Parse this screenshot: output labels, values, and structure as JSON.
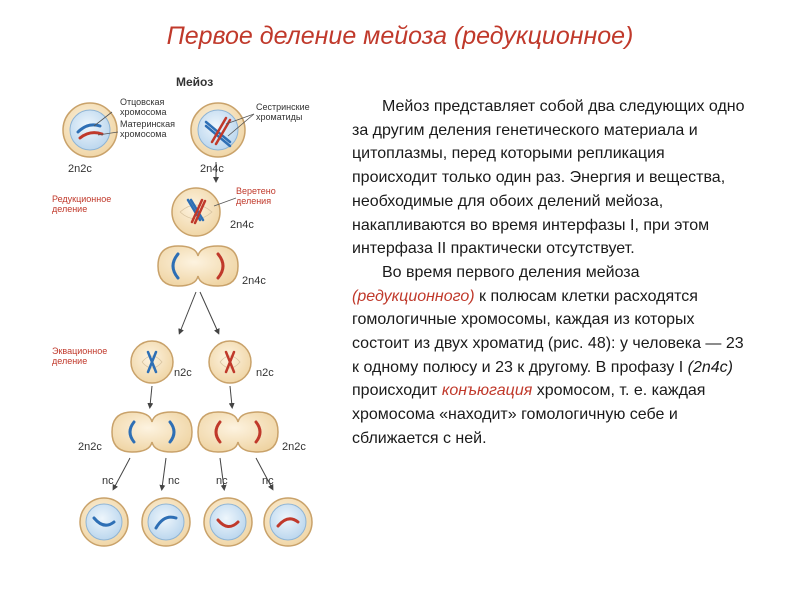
{
  "slide": {
    "title": "Первое деление мейоза (редукционное)"
  },
  "diagram": {
    "title": "Мейоз",
    "labels": {
      "paternal_line1": "Отцовская",
      "paternal_line2": "хромосома",
      "maternal_line1": "Материнская",
      "maternal_line2": "хромосома",
      "sister_line1": "Сестринские",
      "sister_line2": "хроматиды",
      "spindle_line1": "Веретено",
      "spindle_line2": "деления",
      "reductional_line1": "Редукционное",
      "reductional_line2": "деление",
      "equational_line1": "Эквационное",
      "equational_line2": "деление"
    },
    "formulas": {
      "f_2n2c": "2n2c",
      "f_2n4c_a": "2n4c",
      "f_2n4c_b": "2n4c",
      "f_2n4c_c": "2n4c",
      "f_n2c_left": "n2c",
      "f_n2c_right": "n2c",
      "f_2n2c_left": "2n2c",
      "f_2n2c_right": "2n2c",
      "f_nc_1": "nc",
      "f_nc_2": "nc",
      "f_nc_3": "nc",
      "f_nc_4": "nc"
    },
    "colors": {
      "paternal": "#2e6fb5",
      "maternal": "#c0392b",
      "cell_fill": "#f8e5c2",
      "cell_stroke": "#c9a26a",
      "nucleus_fill": "#cfe3f3",
      "nucleus_stroke": "#8fb4d4"
    }
  },
  "text": {
    "p1": "Мейоз представляет собой два следующих одно за другим деления генетического материала и цитоплазмы, перед которыми репликация происходит только один раз. Энергия и вещества, необходимые для обоих делений мейоза, накапливаются во время интерфазы I, при этом интерфаза II практически отсутствует.",
    "p2_intro": "Во время первого деления мейоза",
    "p2_term": "(редукционного)",
    "p2_mid": "к полюсам клетки расходятся гомологичные хромосомы, каждая из которых состоит из двух хроматид (рис. 48): у человека — 23 к одному полюсу и 23 к другому. В профазу I",
    "p2_formula": "(2n4c)",
    "p2_mid2": "происходит",
    "p2_term2": "конъюгация",
    "p2_end": "хромосом, т. е. каждая хромосома «находит» гомологичную себе и сближается с ней."
  }
}
